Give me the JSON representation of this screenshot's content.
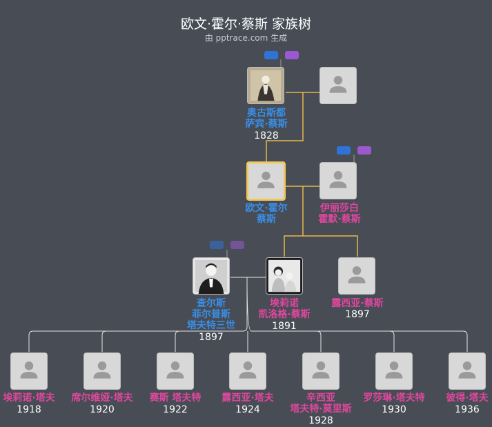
{
  "header": {
    "title": "欧文·霍尔·蔡斯 家族树",
    "subtitle": "由 pptrace.com 生成"
  },
  "colors": {
    "background": "#474c55",
    "male": "#3a8ee6",
    "female": "#e0479e",
    "ancestor_line": "#e8b84a",
    "descendant_line": "#e6e6e6",
    "focus_border": "#f1c75a",
    "placeholder": "#d8d8d8"
  },
  "people": {
    "augustus": {
      "name1": "奥古斯都",
      "name2": "萨宾·蔡斯",
      "year": "1828",
      "photo": "portrait-photo"
    },
    "augustus_spouse": {
      "photo": "placeholder-avatar"
    },
    "irving": {
      "name1": "欧文·霍尔",
      "name2": "蔡斯",
      "photo": "placeholder-avatar"
    },
    "elizabeth": {
      "name1": "伊丽莎白",
      "name2": "霍默·蔡斯",
      "photo": "placeholder-avatar"
    },
    "charles": {
      "name1": "查尔斯",
      "name2": "菲尔普斯",
      "name3": "塔夫特三世",
      "year": "1897",
      "photo": "portrait-photo"
    },
    "eleanor": {
      "name1": "埃莉诺",
      "name2": "凯洛格·蔡斯",
      "year": "1891",
      "photo": "portrait-photo"
    },
    "lucia": {
      "name1": "露西亚·蔡斯",
      "year": "1897",
      "photo": "placeholder-avatar"
    }
  },
  "children": [
    {
      "name": "埃莉诺·塔夫",
      "year": "1918"
    },
    {
      "name": "席尔维娅·塔夫",
      "year": "1920"
    },
    {
      "name": "赛斯 塔夫特",
      "year": "1922"
    },
    {
      "name": "露西亚·塔夫",
      "year": "1924"
    },
    {
      "name": "辛西亚",
      "name2": "塔夫特·莫里斯",
      "year": "1928"
    },
    {
      "name": "罗莎琳·塔夫特",
      "year": "1930"
    },
    {
      "name": "彼得·塔夫",
      "year": "1936"
    }
  ]
}
